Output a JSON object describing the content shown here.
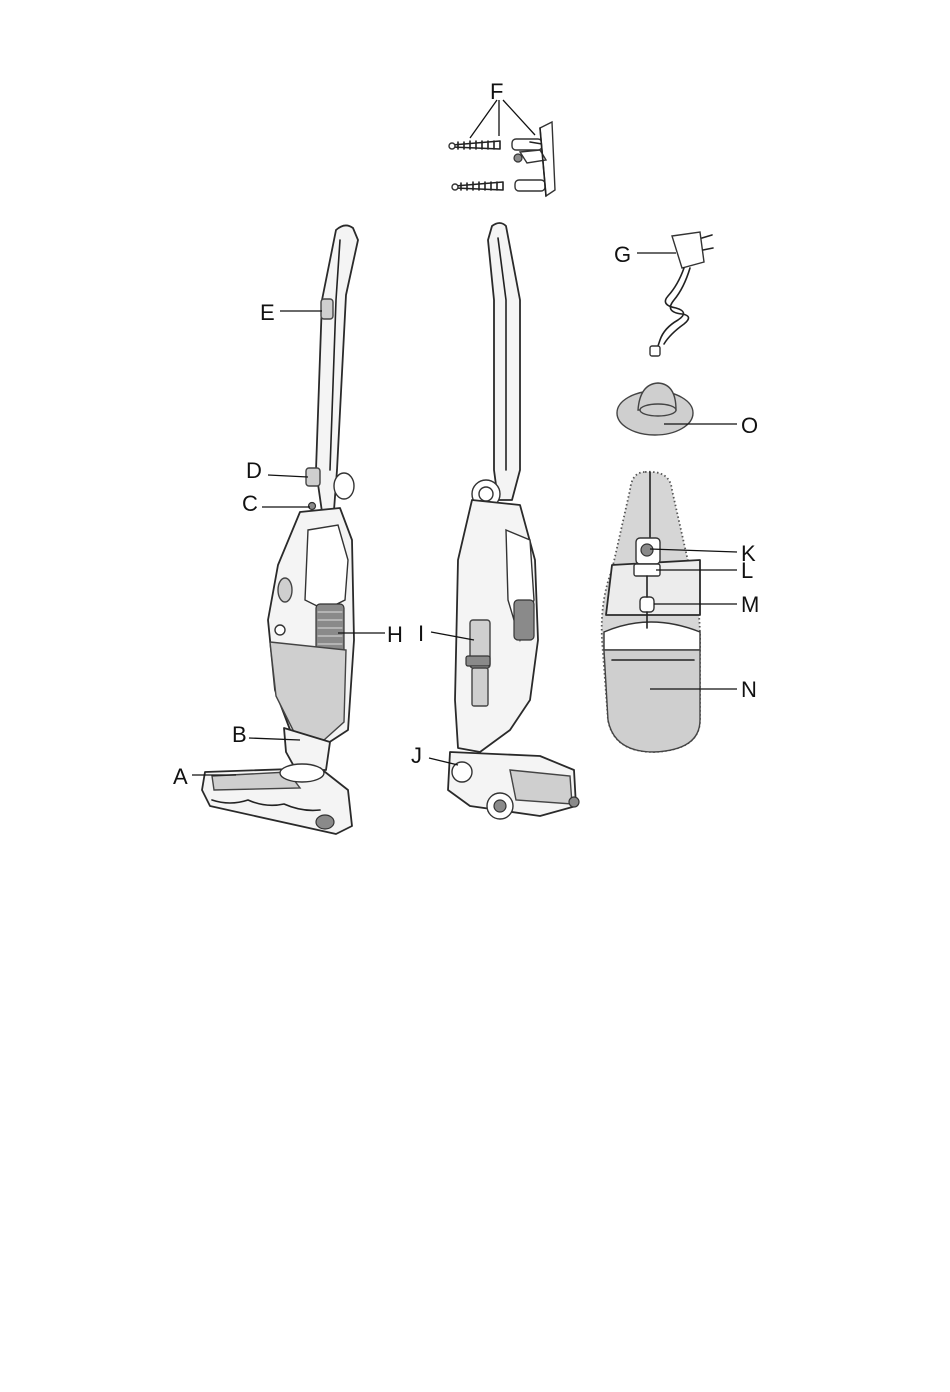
{
  "labels": {
    "A": "A",
    "B": "B",
    "C": "C",
    "D": "D",
    "E": "E",
    "F": "F",
    "G": "G",
    "H": "H",
    "I": "I",
    "J": "J",
    "K": "K",
    "L": "L",
    "M": "M",
    "N": "N",
    "O": "O"
  },
  "colors": {
    "background": "#ffffff",
    "line": "#222222",
    "shade": "#cfcfcf"
  }
}
